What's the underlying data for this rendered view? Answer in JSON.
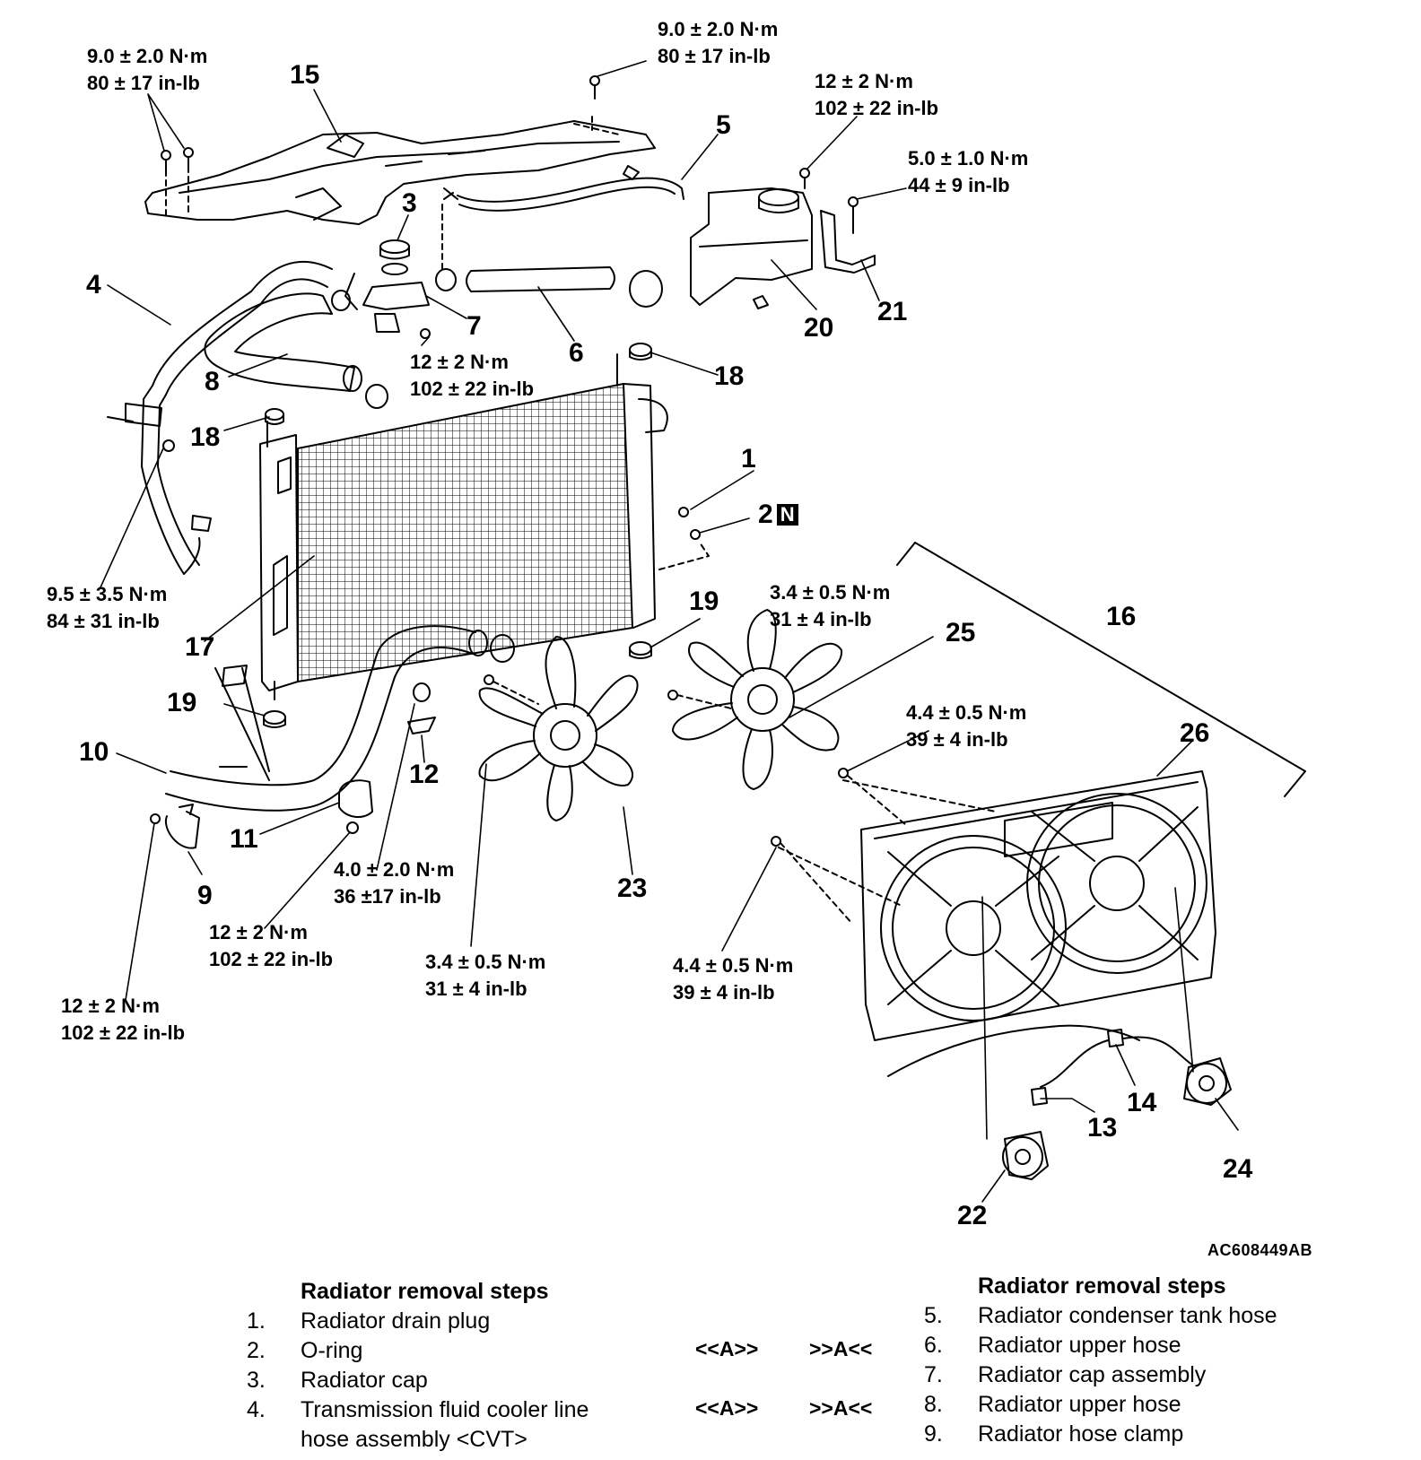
{
  "figure_id": "AC608449AB",
  "callouts": [
    "1",
    "2",
    "3",
    "4",
    "5",
    "6",
    "7",
    "8",
    "9",
    "10",
    "11",
    "12",
    "13",
    "14",
    "15",
    "16",
    "17",
    "18",
    "18",
    "19",
    "19",
    "20",
    "21",
    "22",
    "23",
    "24",
    "25",
    "26"
  ],
  "n_badge": "N",
  "torques": {
    "t_bracket_left": [
      "9.0 ± 2.0 N·m",
      "80 ± 17 in-lb"
    ],
    "t_bracket_top": [
      "9.0 ± 2.0 N·m",
      "80 ± 17 in-lb"
    ],
    "t_tank_bolt": [
      "12 ± 2 N·m",
      "102 ± 22 in-lb"
    ],
    "t_tank_bracket": [
      "5.0 ± 1.0 N·m",
      "44 ± 9 in-lb"
    ],
    "t_cap_assy": [
      "12 ± 2 N·m",
      "102 ± 22 in-lb"
    ],
    "t_cooler_hose": [
      "9.5 ± 3.5 N·m",
      "84 ± 31 in-lb"
    ],
    "t_fan_right": [
      "3.4 ± 0.5 N·m",
      "31 ± 4 in-lb"
    ],
    "t_shroud_upper": [
      "4.4 ± 0.5 N·m",
      "39 ± 4 in-lb"
    ],
    "t_clip": [
      "4.0 ± 2.0 N·m",
      "36 ±17 in-lb"
    ],
    "t_clamp_bolt": [
      "12 ± 2 N·m",
      "102 ± 22 in-lb"
    ],
    "t_fan_left": [
      "3.4 ± 0.5 N·m",
      "31 ± 4 in-lb"
    ],
    "t_shroud_lower": [
      "4.4 ± 0.5 N·m",
      "39 ± 4 in-lb"
    ],
    "t_hose_clamp": [
      "12 ± 2 N·m",
      "102 ± 22 in-lb"
    ]
  },
  "steps_left": {
    "title": "Radiator removal steps",
    "items": [
      {
        "num": "1.",
        "label": "Radiator drain plug",
        "ref_a": "",
        "ref_b": ""
      },
      {
        "num": "2.",
        "label": "O-ring",
        "ref_a": "<<A>>",
        "ref_b": ">>A<<"
      },
      {
        "num": "3.",
        "label": "Radiator cap",
        "ref_a": "",
        "ref_b": ""
      },
      {
        "num": "4.",
        "label": "Transmission fluid cooler line",
        "ref_a": "<<A>>",
        "ref_b": ">>A<<"
      },
      {
        "num": "",
        "label": "hose assembly <CVT>",
        "ref_a": "",
        "ref_b": ""
      }
    ]
  },
  "steps_right": {
    "title": "Radiator removal steps",
    "items": [
      {
        "num": "5.",
        "label": "Radiator condenser tank hose"
      },
      {
        "num": "6.",
        "label": "Radiator upper hose"
      },
      {
        "num": "7.",
        "label": "Radiator cap assembly"
      },
      {
        "num": "8.",
        "label": "Radiator upper hose"
      },
      {
        "num": "9.",
        "label": "Radiator hose clamp"
      }
    ]
  }
}
